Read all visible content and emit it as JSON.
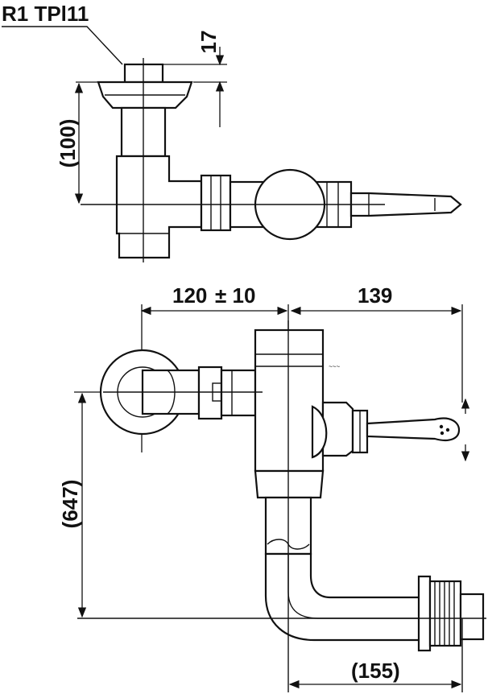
{
  "labels": {
    "thread": "R1 TPl11",
    "dim_17": "17",
    "dim_100": "(100)",
    "dim_120": "120",
    "dim_pm10": "± 10",
    "dim_139": "139",
    "dim_647": "(647)",
    "dim_155": "(155)"
  }
}
